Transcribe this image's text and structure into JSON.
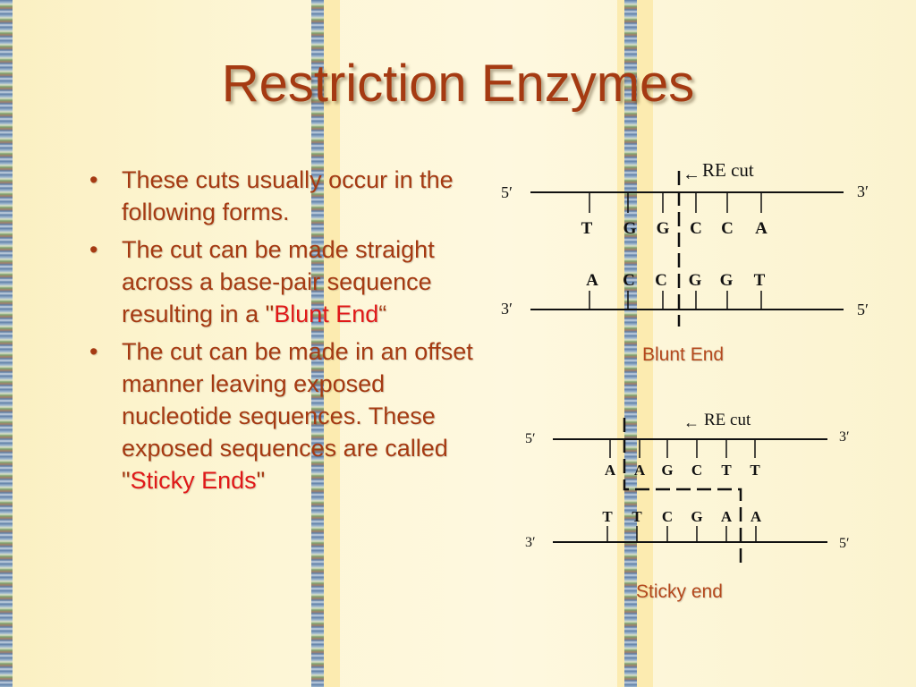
{
  "slide": {
    "title": "Restriction Enzymes",
    "bullets": [
      {
        "bullet": "•",
        "text": "These cuts usually occur in the following forms."
      },
      {
        "bullet": "•",
        "text": "The cut can be made straight across a base-pair sequence resulting in a \"",
        "highlight": "Blunt End",
        "suffix": "“"
      },
      {
        "bullet": "•",
        "text": "The cut can be made in an offset manner leaving exposed nucleotide sequences.  These exposed sequences are called \"",
        "highlight": "Sticky Ends",
        "suffix": "\""
      }
    ],
    "colors": {
      "text": "#a53a12",
      "highlight": "#e01818",
      "caption": "#b4481c"
    }
  },
  "blunt": {
    "label": "RE cut",
    "arrow": "←",
    "top_left": "5′",
    "top_right": "3′",
    "bottom_left": "3′",
    "bottom_right": "5′",
    "top_bases": [
      "T",
      "G",
      "G",
      "C",
      "C",
      "A"
    ],
    "bottom_bases": [
      "A",
      "C",
      "C",
      "G",
      "G",
      "T"
    ],
    "caption": "Blunt End"
  },
  "sticky": {
    "label": "RE cut",
    "arrow": "←",
    "top_left": "5′",
    "top_right": "3′",
    "bottom_left": "3′",
    "bottom_right": "5′",
    "top_bases": [
      "A",
      "A",
      "G",
      "C",
      "T",
      "T"
    ],
    "bottom_bases": [
      "T",
      "T",
      "C",
      "G",
      "A",
      "A"
    ],
    "caption": "Sticky end"
  }
}
